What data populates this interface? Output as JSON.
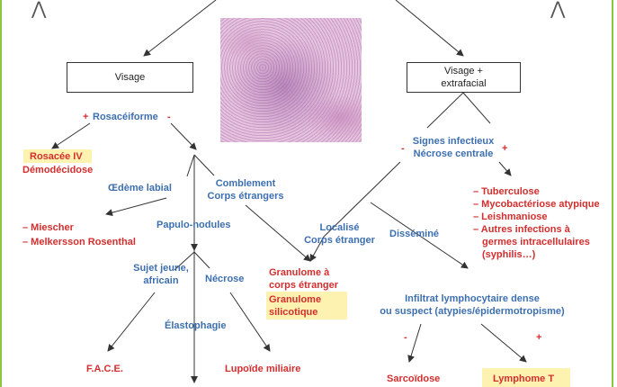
{
  "boxes": {
    "visage": "Visage",
    "visage_extra_line1": "Visage +",
    "visage_extra_line2": "extrafacial"
  },
  "left": {
    "plus": "+",
    "rosaceiforme": "Rosacéiforme",
    "minus": "-",
    "rosacee": "Rosacée IV",
    "demodecidose": "Démodécidose",
    "oedeme": "Œdème labial",
    "miescher": "– Miescher",
    "melkersson": "– Melkersson Rosenthal",
    "comblement_l1": "Comblement",
    "comblement_l2": "Corps étrangers",
    "papulo": "Papulo-nodules",
    "sujet_l1": "Sujet jeune,",
    "sujet_l2": "africain",
    "necrose": "Nécrose",
    "elastophagie": "Élastophagie",
    "face": "F.A.C.E.",
    "lupoide": "Lupoïde miliaire",
    "granulome_l1": "Granulome à",
    "granulome_l2": "corps étranger",
    "silicotique_l1": "Granulome",
    "silicotique_l2": "silicotique"
  },
  "right": {
    "minus": "-",
    "signes_l1": "Signes infectieux",
    "signes_l2": "Nécrose centrale",
    "plus": "+",
    "infections": [
      "– Tuberculose",
      "– Mycobactériose atypique",
      "– Leishmaniose",
      "– Autres infections à",
      "germes intracellulaires",
      "(syphilis…)"
    ],
    "localise_l1": "Localisé",
    "localise_l2": "Corps étranger",
    "dissemine": "Disséminé",
    "infiltrat_l1": "Infiltrat lymphocytaire dense",
    "infiltrat_l2": "ou suspect (atypies/épidermotropisme)",
    "minus2": "-",
    "plus2": "+",
    "sarcoidose": "Sarcoïdose",
    "lymphome": "Lymphome T"
  },
  "colors": {
    "blue": "#3d6fb0",
    "red": "#d42e2e",
    "highlight": "#fdf2b0",
    "frame": "#8cc63f"
  }
}
